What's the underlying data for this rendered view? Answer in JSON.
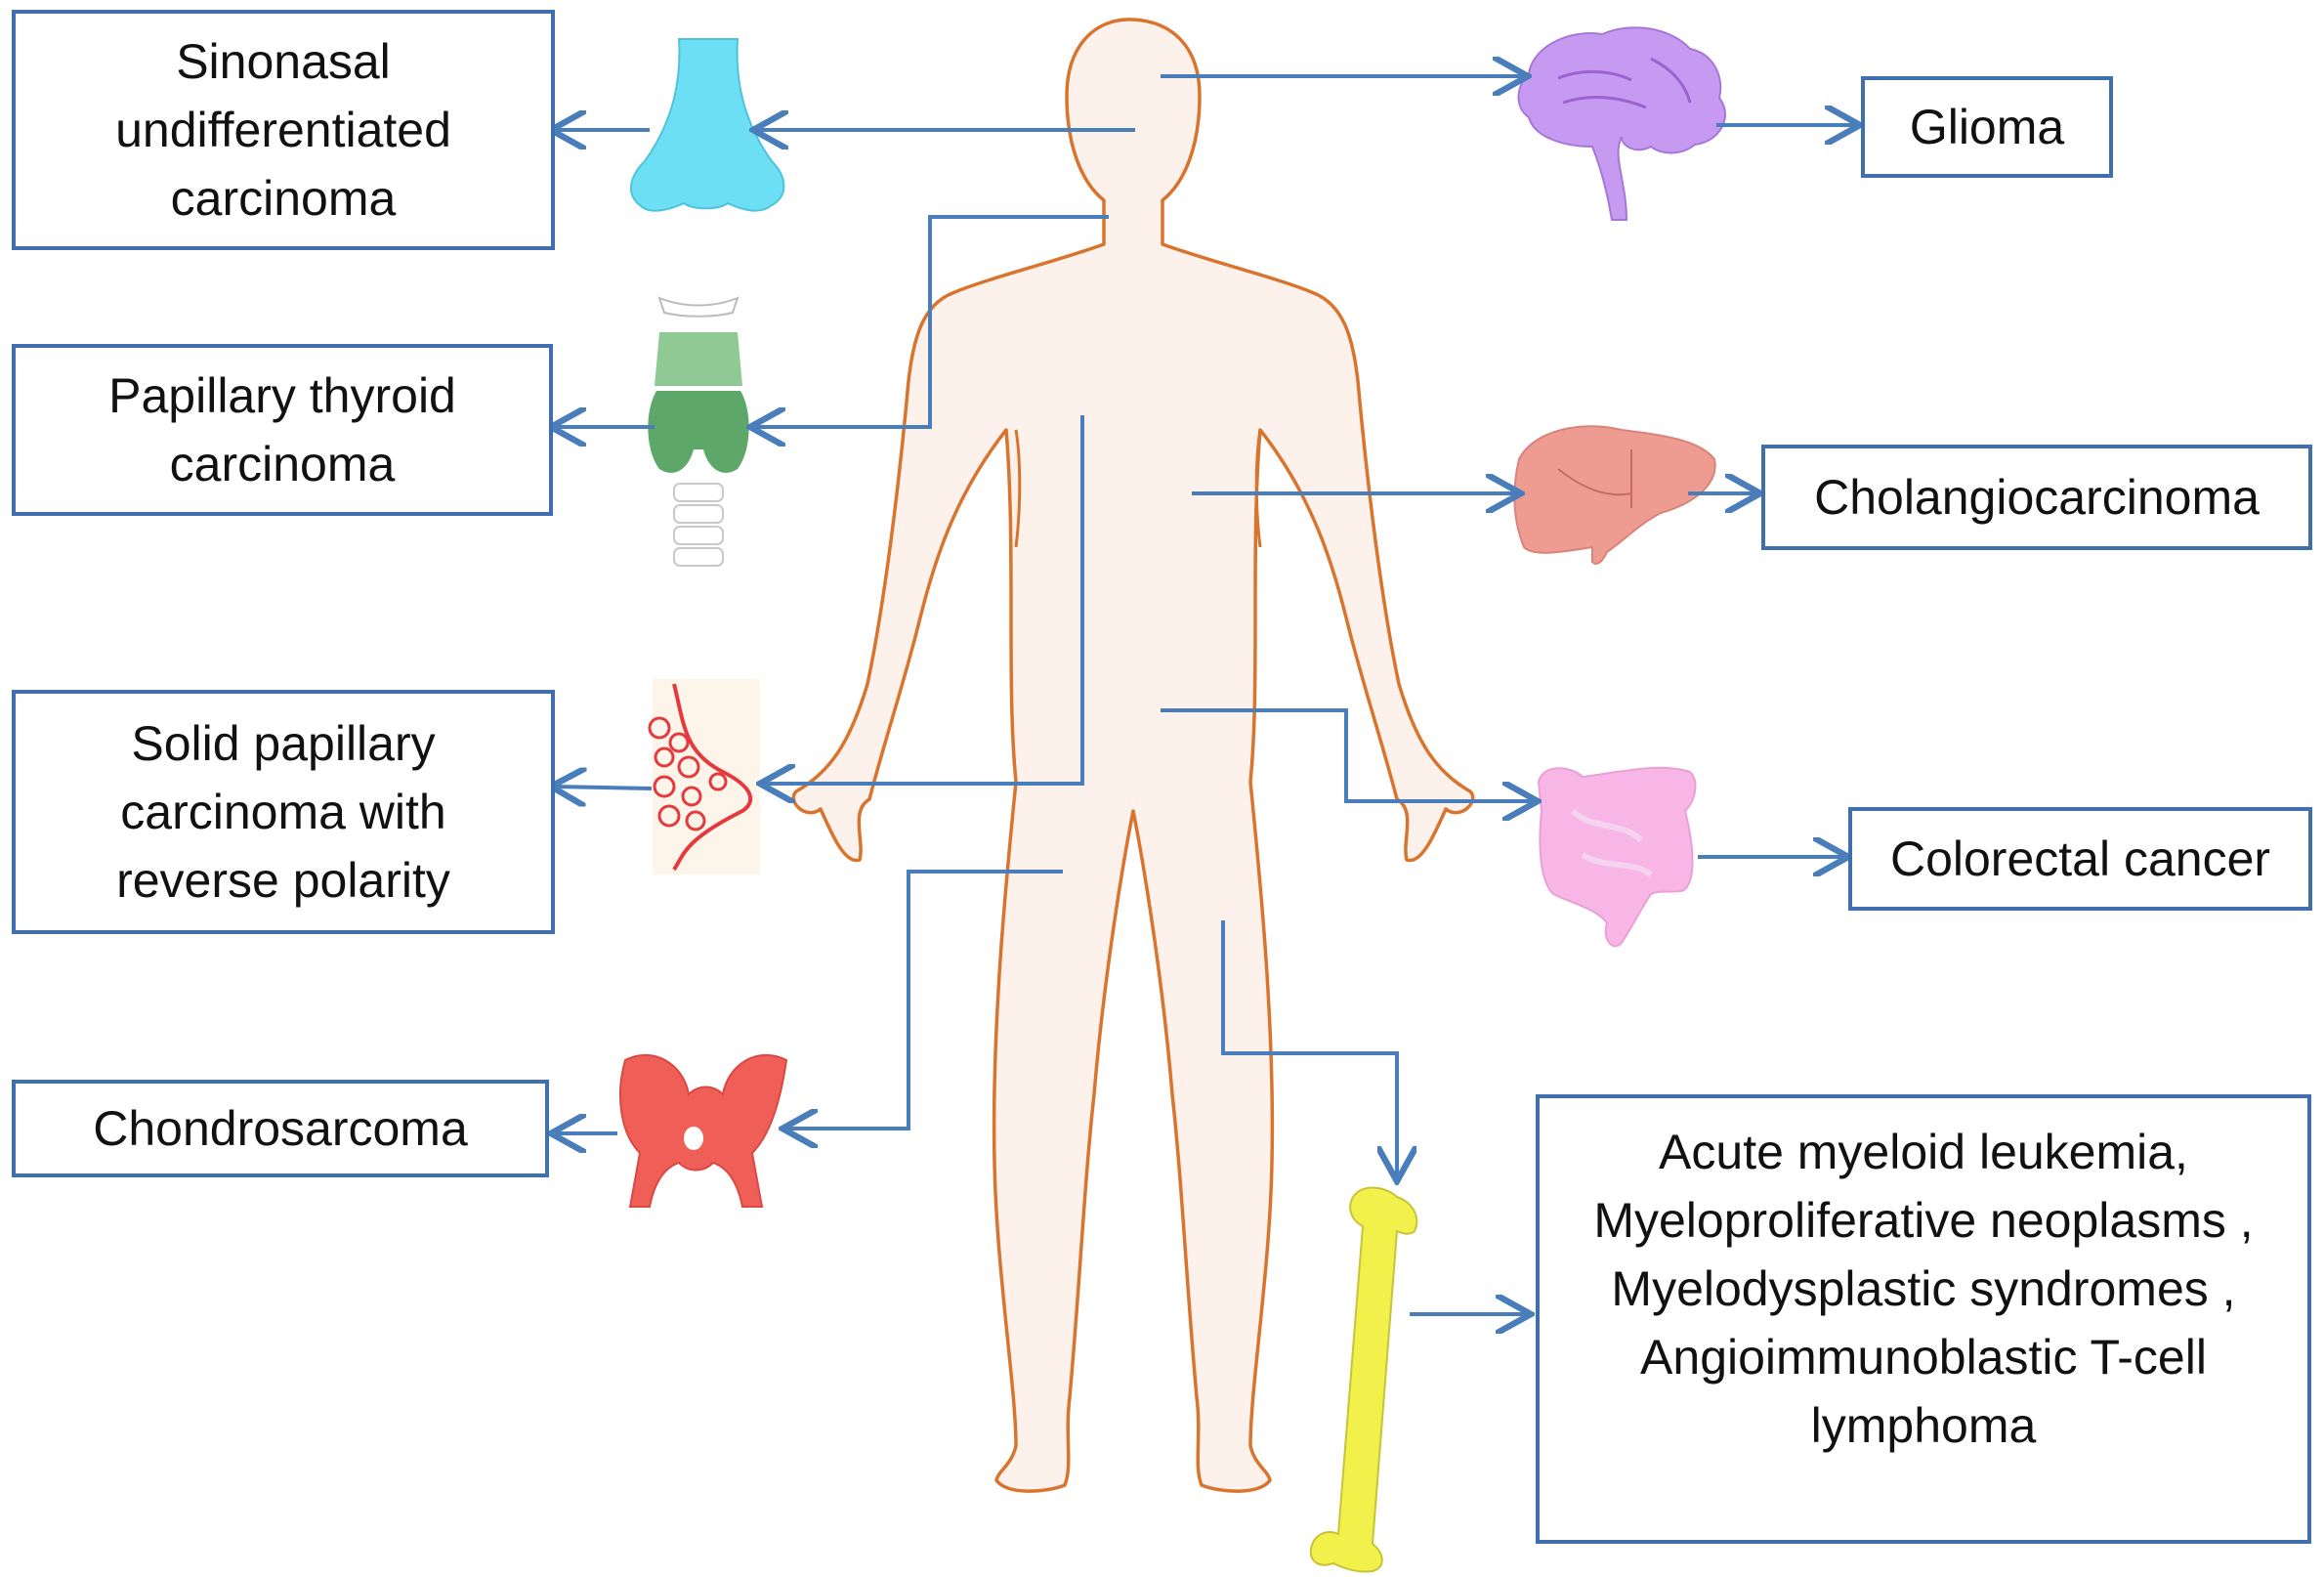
{
  "colors": {
    "connector": "#4a7ebb",
    "box_border": "#3f6fae",
    "body_fill": "#fdf1ec",
    "body_outline": "#d9742e",
    "nose": "#6ddff5",
    "brain": "#c69af0",
    "thyroid": "#6fb877",
    "liver": "#ee9c92",
    "breast": "#e5393d",
    "colon": "#f7b6e6",
    "pelvis": "#ef5f57",
    "bone": "#f2f04a"
  },
  "icons": [
    "human-body",
    "nose",
    "brain",
    "thyroid",
    "liver",
    "breast",
    "colon",
    "pelvis",
    "femur"
  ],
  "labels": {
    "sinonasal": "Sinonasal\nundifferentiated\ncarcinoma",
    "thyroid": "Papillary thyroid\ncarcinoma",
    "breast": "Solid papillary\ncarcinoma with\nreverse polarity",
    "chondro": "Chondrosarcoma",
    "glioma": "Glioma",
    "cholangio": "Cholangiocarcinoma",
    "colorectal": "Colorectal cancer",
    "heme": "Acute myeloid  leukemia,\nMyeloproliferative neoplasms ,\nMyelodysplastic  syndromes ,\nAngioimmunoblastic  T-cell\nlymphoma"
  }
}
